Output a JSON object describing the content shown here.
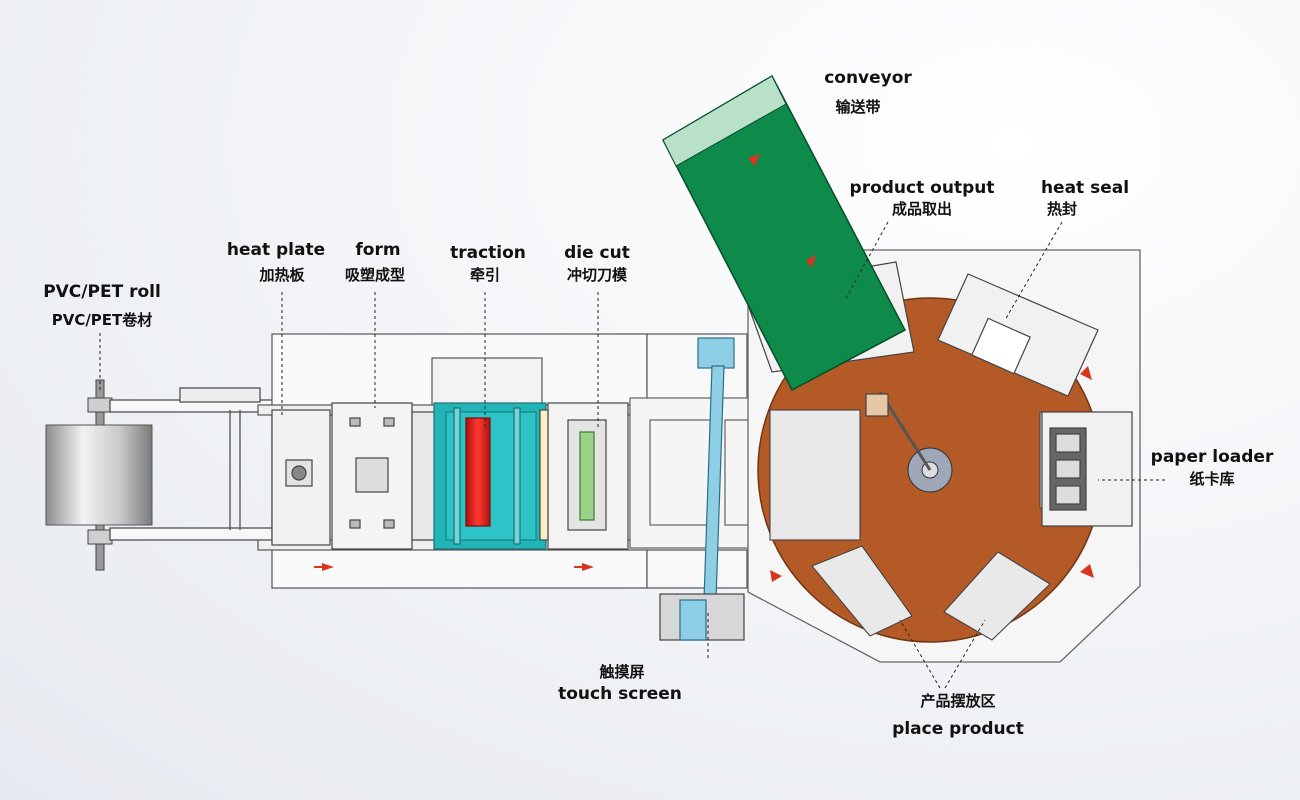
{
  "labels": {
    "pvc_roll": {
      "en": "PVC/PET roll",
      "zh": "PVC/PET卷材"
    },
    "heat_plate": {
      "en": "heat plate",
      "zh": "加热板"
    },
    "form": {
      "en": "form",
      "zh": "吸塑成型"
    },
    "traction": {
      "en": "traction",
      "zh": "牵引"
    },
    "die_cut": {
      "en": "die cut",
      "zh": "冲切刀模"
    },
    "conveyor": {
      "en": "conveyor",
      "zh": "输送带"
    },
    "product_output": {
      "en": "product output",
      "zh": "成品取出"
    },
    "heat_seal": {
      "en": "heat seal",
      "zh": "热封"
    },
    "paper_loader": {
      "en": "paper loader",
      "zh": "纸卡库"
    },
    "touch_screen": {
      "en": "touch screen",
      "zh": "触摸屏"
    },
    "place_product": {
      "en": "place product",
      "zh": "产品摆放区"
    }
  },
  "colors": {
    "conveyor_green": "#0e8a4a",
    "forming_teal": "#22b5b8",
    "traction_red": "#e8201c",
    "turntable_copper": "#b35a26",
    "screen_arm_blue": "#8ecfe6",
    "flow_arrow": "#d8341e"
  }
}
